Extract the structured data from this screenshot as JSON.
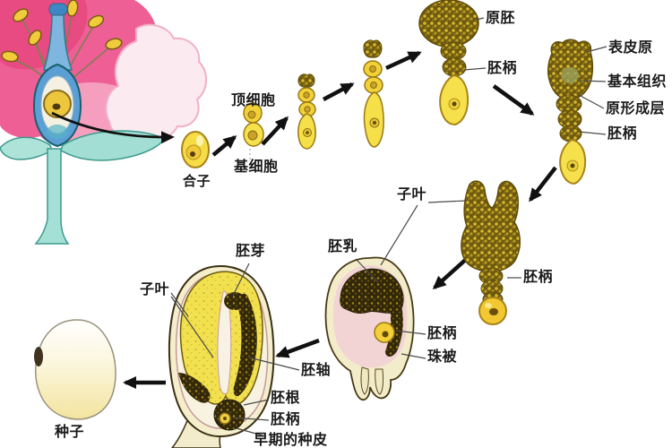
{
  "labels": {
    "zygote": "合子",
    "apical_cell": "顶细胞",
    "basal_cell": "基细胞",
    "proembryo": "原胚",
    "suspensor_globular": "胚柄",
    "protoderm": "表皮原",
    "ground_tissue": "基本组织",
    "procambium": "原形成层",
    "suspensor_heart": "胚柄",
    "cotyledon_torpedo": "子叶",
    "suspensor_torpedo": "胚柄",
    "endosperm": "胚乳",
    "suspensor_midseed": "胚柄",
    "integument": "珠被",
    "plumule": "胚芽",
    "cotyledon_seed": "子叶",
    "hypocotyl": "胚轴",
    "radicle": "胚根",
    "suspensor_seed": "胚柄",
    "early_seed_coat": "早期的种皮",
    "seed": "种子"
  },
  "colors": {
    "background": "#ffffff",
    "label_text": "#1a1a1a",
    "arrow": "#111111",
    "petal_pink": "#ee6095",
    "petal_pale_cloud": "#fceaf1",
    "sepal_teal": "#a5e0d6",
    "pistil_blue": "#5b9fd4",
    "cell_yellow": "#f6e14c",
    "embryo_dark_gold": "#6e5a10",
    "seed_coat_cream": "#f4eecd",
    "cotyledon_yellow": "#f2e14f",
    "interior_pink": "#f2d4d4",
    "seed_pale_yellow": "#f3e49e"
  }
}
